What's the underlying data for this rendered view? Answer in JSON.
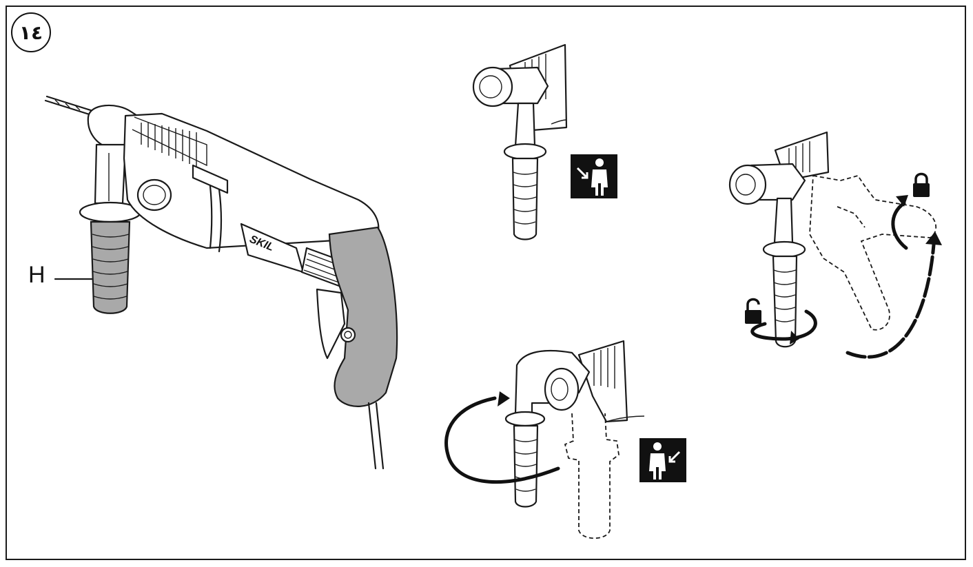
{
  "figure": {
    "number": "١٤",
    "part_label": "H",
    "brand_text": "SKIL"
  },
  "icons": {
    "figure_number": "circled-number",
    "right_hand_user": "person-arrow-right-icon",
    "left_hand_user": "person-arrow-left-icon",
    "locked": "lock-closed-icon",
    "unlocked": "lock-open-icon"
  },
  "colors": {
    "line": "#1a1a1a",
    "handle_gray": "#a9a9a9",
    "grip_gray": "#8e8e8e",
    "pictogram_bg": "#111111"
  }
}
